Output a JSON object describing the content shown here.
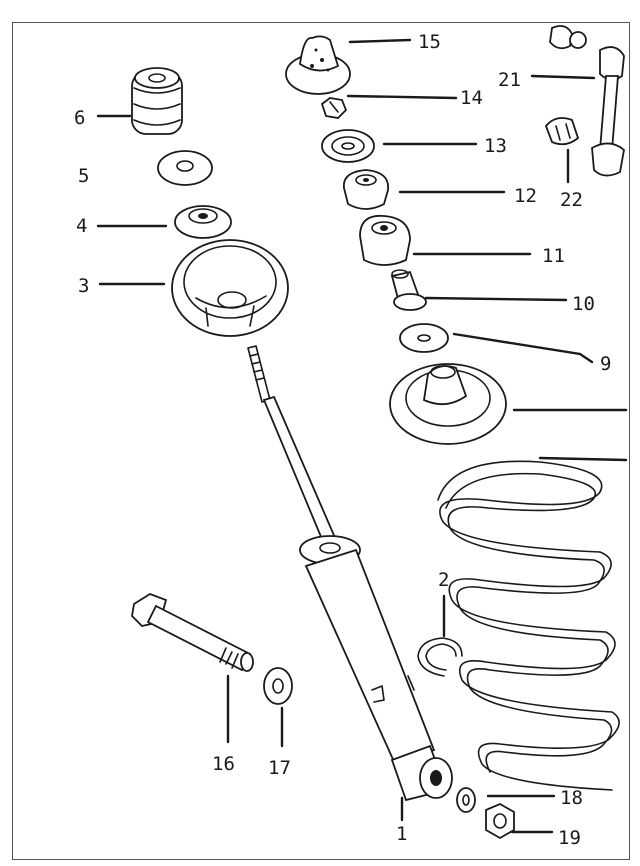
{
  "callouts": {
    "c1": "1",
    "c2": "2",
    "c3": "3",
    "c4": "4",
    "c5": "5",
    "c6": "6",
    "c9": "9",
    "c10": "10",
    "c11": "11",
    "c12": "12",
    "c13": "13",
    "c14": "14",
    "c15": "15",
    "c16": "16",
    "c17": "17",
    "c18": "18",
    "c19": "19",
    "c21": "21",
    "c22": "22"
  }
}
